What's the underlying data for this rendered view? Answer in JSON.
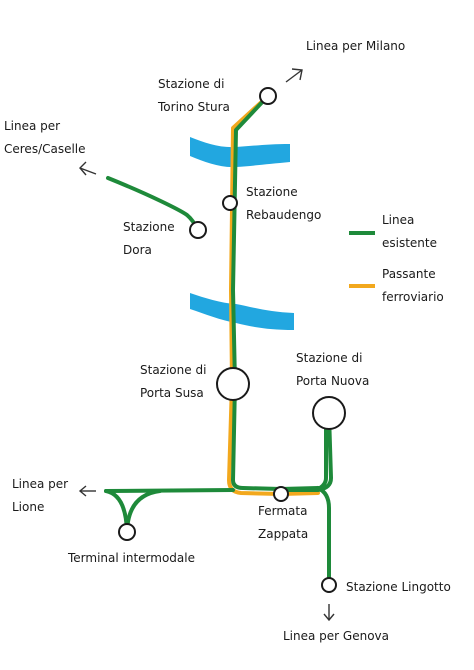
{
  "colors": {
    "existing_line": "#1e8a3a",
    "passante": "#f2a81d",
    "river": "#22a7e0",
    "station_fill": "#ffffff",
    "station_stroke": "#1a1a1a"
  },
  "labels": {
    "milano": "Linea per Milano",
    "ceres_1": "Linea per",
    "ceres_2": "Ceres/Caselle",
    "stura_1": "Stazione di",
    "stura_2": "Torino Stura",
    "rebaudengo_1": "Stazione",
    "rebaudengo_2": "Rebaudengo",
    "dora_1": "Stazione",
    "dora_2": "Dora",
    "susa_1": "Stazione di",
    "susa_2": "Porta Susa",
    "nuova_1": "Stazione di",
    "nuova_2": "Porta Nuova",
    "lione_1": "Linea per",
    "lione_2": "Lione",
    "zappata_1": "Fermata",
    "zappata_2": "Zappata",
    "terminal": "Terminal intermodale",
    "lingotto": "Stazione Lingotto",
    "genova": "Linea per Genova"
  },
  "legend": {
    "existing_1": "Linea",
    "existing_2": "esistente",
    "passante_1": "Passante",
    "passante_2": "ferroviario"
  }
}
